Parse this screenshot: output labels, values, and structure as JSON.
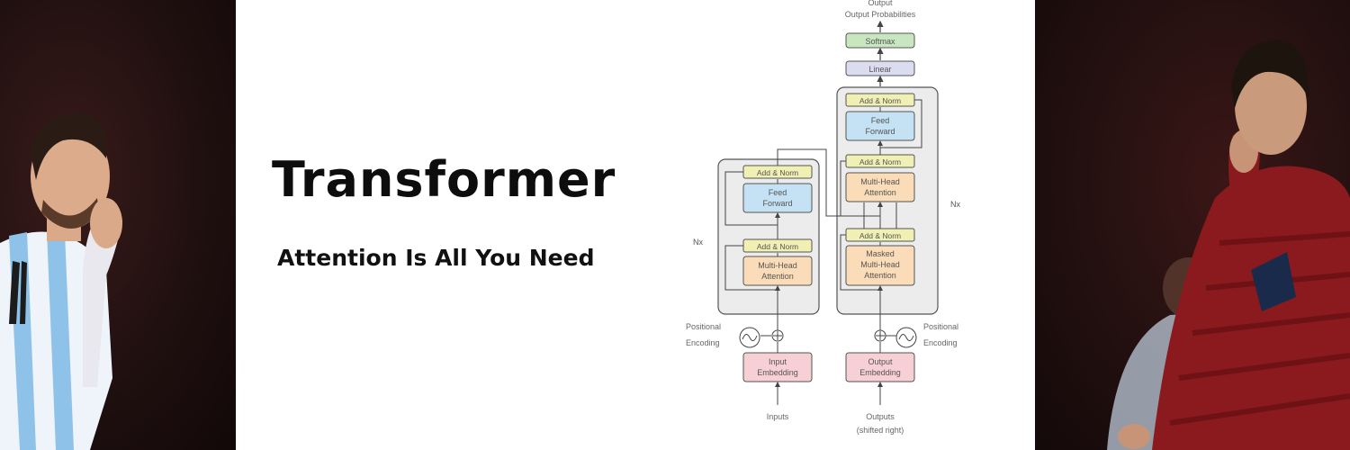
{
  "banner": {
    "title": "Transformer",
    "subtitle": "Attention Is All You Need"
  },
  "diagram": {
    "output_probabilities": "Output Probabilities",
    "softmax": "Softmax",
    "linear": "Linear",
    "add_norm": "Add & Norm",
    "feed_forward_1": "Feed",
    "feed_forward_2": "Forward",
    "mha_1": "Multi-Head",
    "mha_2": "Attention",
    "masked_1": "Masked",
    "masked_2": "Multi-Head",
    "masked_3": "Attention",
    "nx": "Nx",
    "positional_1": "Positional",
    "positional_2": "Encoding",
    "input_embedding_1": "Input",
    "input_embedding_2": "Embedding",
    "output_embedding_1": "Output",
    "output_embedding_2": "Embedding",
    "inputs": "Inputs",
    "outputs_1": "Outputs",
    "outputs_2": "(shifted right)"
  },
  "colors": {
    "softmax_fill": "#c8e6c0",
    "linear_fill": "#dcdcf0",
    "add_norm_fill": "#f0f0b4",
    "feed_forward_fill": "#c4e2f4",
    "attention_fill": "#fbdcb8",
    "embedding_fill": "#f6d0d4",
    "block_fill": "#ececec"
  }
}
